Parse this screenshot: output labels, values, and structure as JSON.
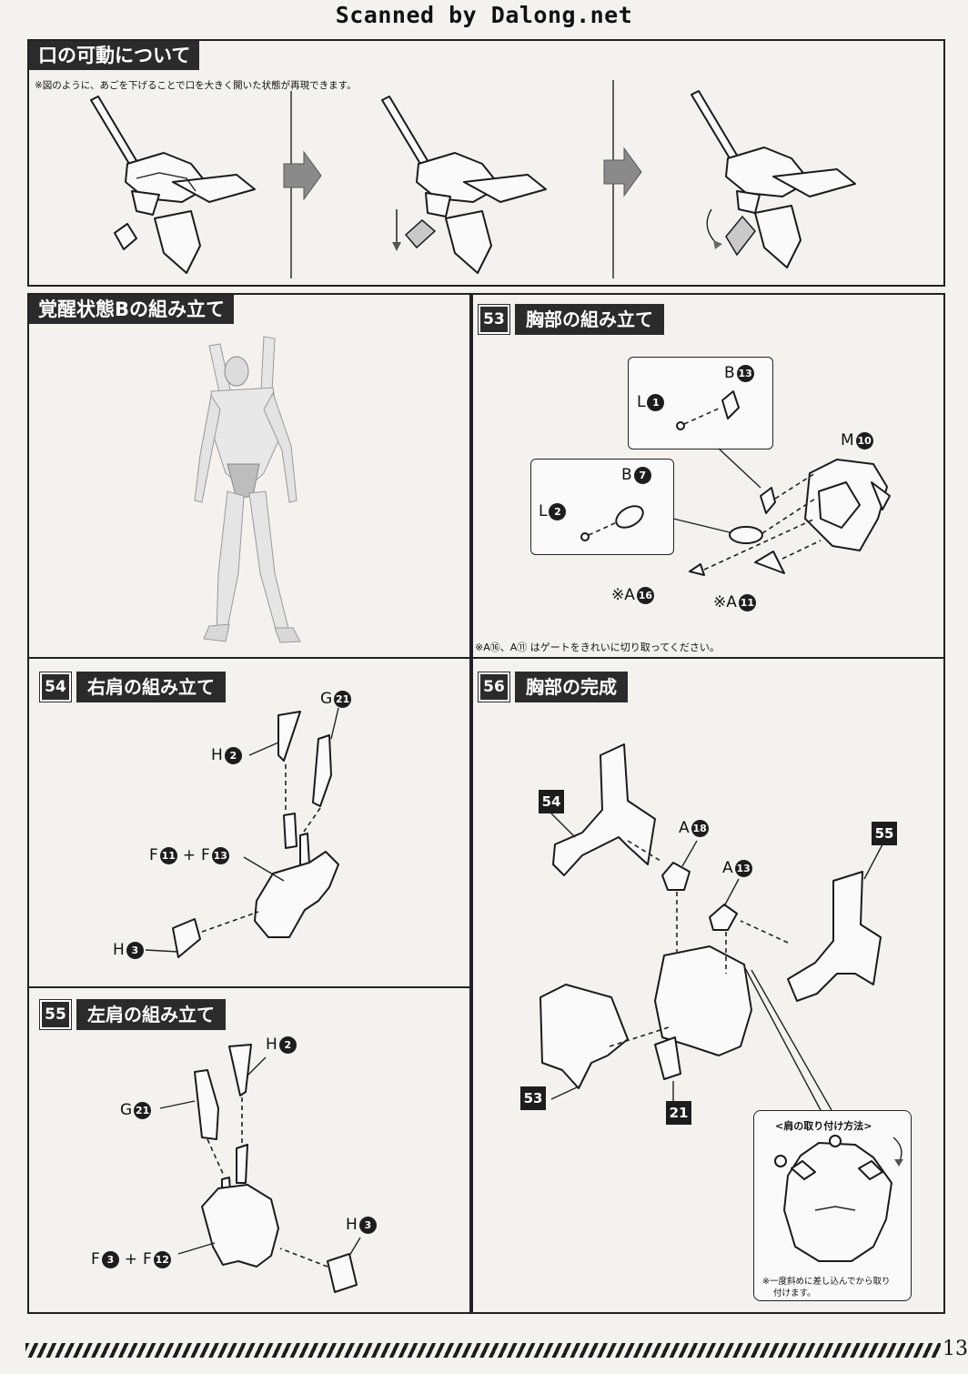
{
  "scan_credit": "Scanned by Dalong.net",
  "page_number": "13",
  "mouth": {
    "title": "口の可動について",
    "note": "※図のように、あごを下げることで口を大きく開いた状態が再現できます。"
  },
  "awaken": {
    "title": "覚醒状態Bの組み立て"
  },
  "step53": {
    "num": "53",
    "title": "胸部の組み立て",
    "labels": {
      "b13": "B",
      "b13n": "13",
      "l1": "L",
      "l1n": "1",
      "m10": "M",
      "m10n": "10",
      "b7": "B",
      "b7n": "7",
      "l2": "L",
      "l2n": "2",
      "a16": "※A",
      "a16n": "16",
      "a11": "※A",
      "a11n": "11"
    },
    "note": "※A⑯、A⑪ はゲートをきれいに切り取ってください。"
  },
  "step54": {
    "num": "54",
    "title": "右肩の組み立て",
    "labels": {
      "g21": "G",
      "g21n": "21",
      "h2": "H",
      "h2n": "2",
      "f11": "F",
      "f11n": "11",
      "plus": "+",
      "f13": "F",
      "f13n": "13",
      "h3": "H",
      "h3n": "3"
    }
  },
  "step55": {
    "num": "55",
    "title": "左肩の組み立て",
    "labels": {
      "h2": "H",
      "h2n": "2",
      "g21": "G",
      "g21n": "21",
      "h3": "H",
      "h3n": "3",
      "f3": "F",
      "f3n": "3",
      "plus": "+",
      "f12": "F",
      "f12n": "12"
    }
  },
  "step56": {
    "num": "56",
    "title": "胸部の完成",
    "tags": {
      "t54": "54",
      "t55": "55",
      "t53": "53",
      "t21": "21"
    },
    "labels": {
      "a18": "A",
      "a18n": "18",
      "a13": "A",
      "a13n": "13"
    },
    "inset_title": "<肩の取り付け方法>",
    "inset_note_1": "※一度斜めに差し込んでから取り",
    "inset_note_2": "付けます。"
  }
}
